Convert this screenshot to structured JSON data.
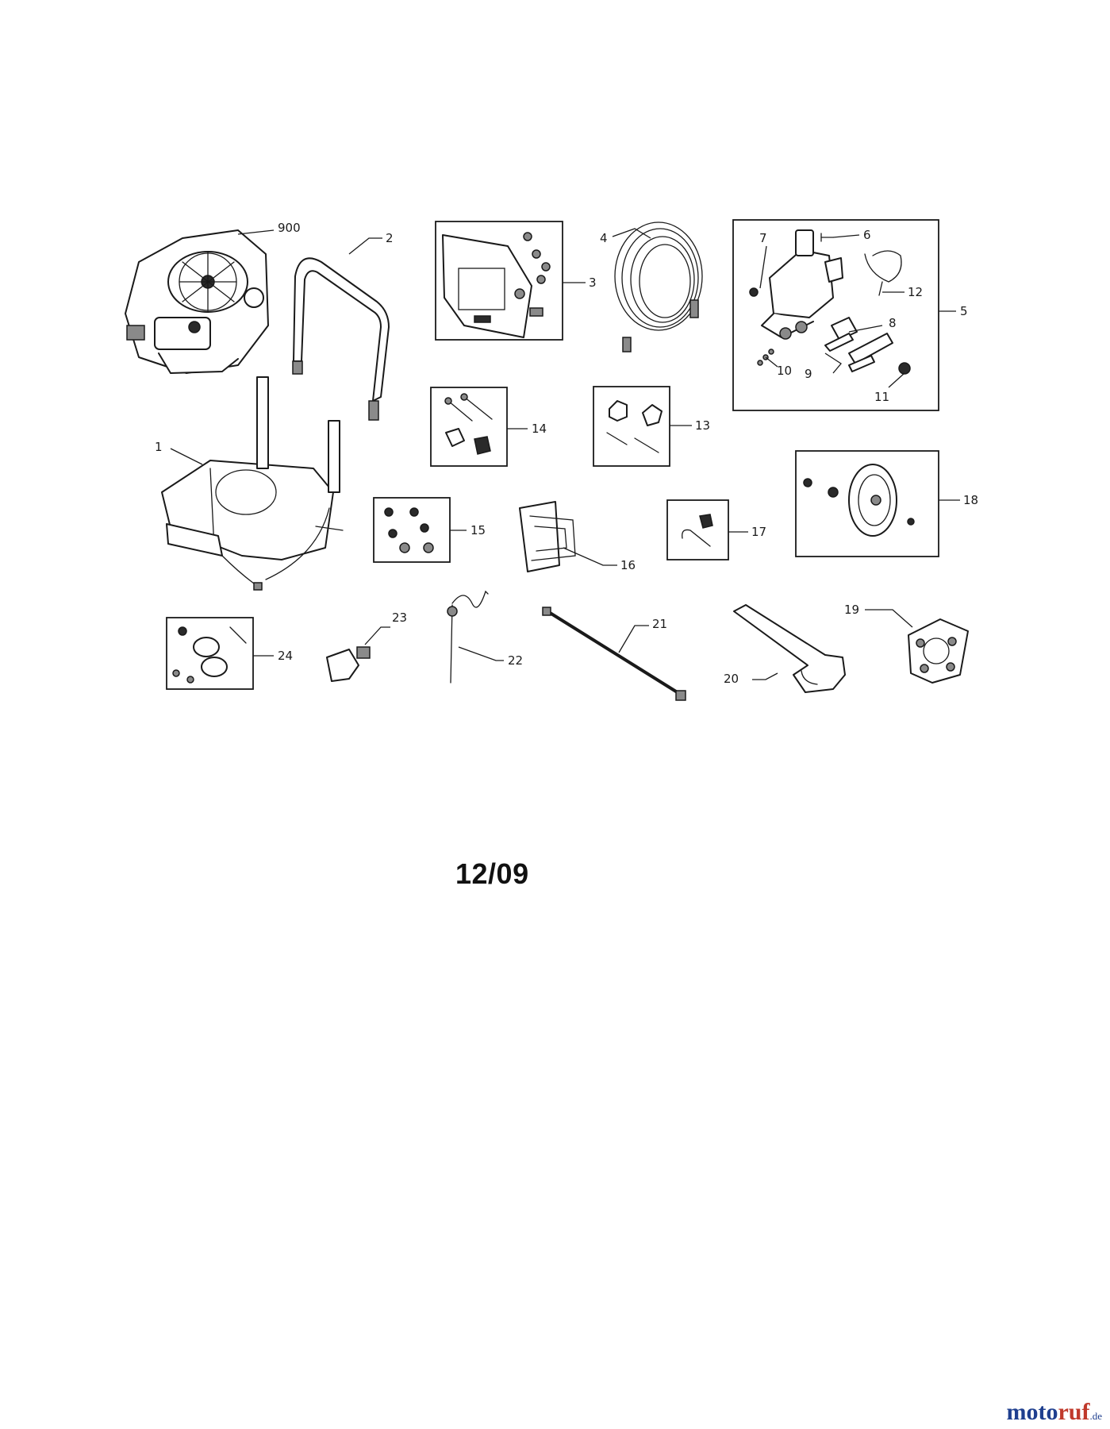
{
  "date_code": "12/09",
  "watermark": {
    "brand_a": "moto",
    "brand_b": "ruf",
    "tld": ".de"
  },
  "callouts": [
    "900",
    "2",
    "3",
    "4",
    "5",
    "6",
    "7",
    "8",
    "9",
    "10",
    "11",
    "12",
    "13",
    "14",
    "15",
    "16",
    "17",
    "18",
    "19",
    "20",
    "21",
    "22",
    "23",
    "24",
    "1"
  ],
  "boxed_parts": [
    "3",
    "5",
    "13",
    "14",
    "15",
    "17",
    "18",
    "24"
  ]
}
